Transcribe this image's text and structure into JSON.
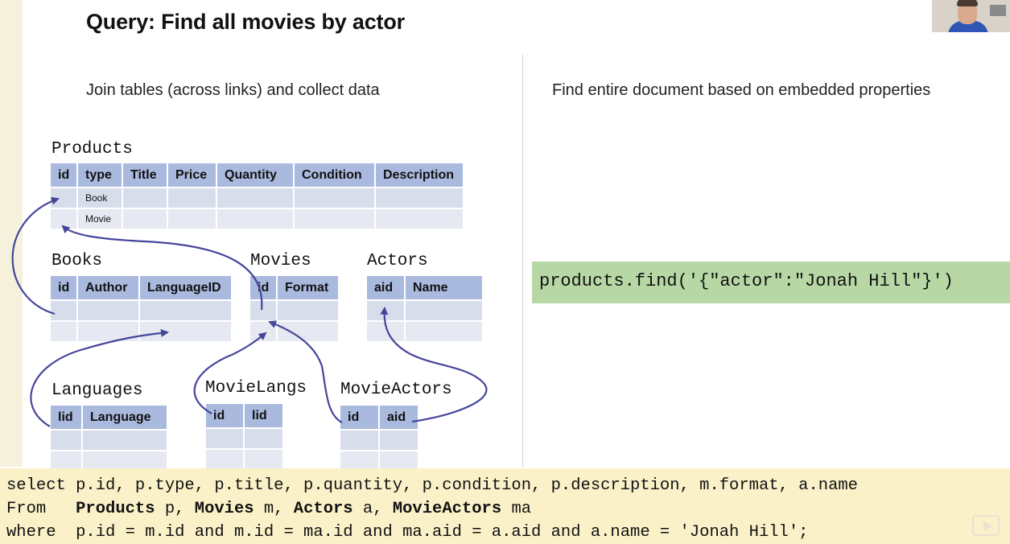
{
  "slide": {
    "title": "Query: Find all movies by actor",
    "left_subtitle": "Join tables (across links) and collect data",
    "right_subtitle": "Find entire document based on embedded properties"
  },
  "tables": {
    "products": {
      "name": "Products",
      "columns": [
        "id",
        "type",
        "Title",
        "Price",
        "Quantity",
        "Condition",
        "Description"
      ],
      "rows": [
        [
          "",
          "Book",
          "",
          "",
          "",
          "",
          ""
        ],
        [
          "",
          "Movie",
          "",
          "",
          "",
          "",
          ""
        ]
      ]
    },
    "books": {
      "name": "Books",
      "columns": [
        "id",
        "Author",
        "LanguageID"
      ]
    },
    "movies": {
      "name": "Movies",
      "columns": [
        "id",
        "Format"
      ]
    },
    "actors": {
      "name": "Actors",
      "columns": [
        "aid",
        "Name"
      ]
    },
    "languages": {
      "name": "Languages",
      "columns": [
        "lid",
        "Language"
      ]
    },
    "movielangs": {
      "name": "MovieLangs",
      "columns": [
        "id",
        "lid"
      ]
    },
    "movieactors": {
      "name": "MovieActors",
      "columns": [
        "id",
        "aid"
      ]
    }
  },
  "document_query": "products.find('{\"actor\":\"Jonah Hill\"}')",
  "sql": {
    "line1": "select p.id, p.type, p.title, p.quantity, p.condition, p.description, m.format, a.name",
    "from_kw": "From   ",
    "from_parts": [
      {
        "table": "Products",
        "alias": " p, "
      },
      {
        "table": "Movies",
        "alias": " m, "
      },
      {
        "table": "Actors",
        "alias": " a, "
      },
      {
        "table": "MovieActors",
        "alias": " ma"
      }
    ],
    "line3": "where  p.id = m.id and m.id = ma.id and ma.aid = a.aid and a.name = 'Jonah Hill';"
  },
  "colors": {
    "header_fill": "#aab9de",
    "row_fill": "#d7ddeb",
    "arrow": "#45469a",
    "code_fill": "#b7d8a5",
    "sql_fill": "#fbf1c9"
  },
  "icons": [
    "webcam-thumbnail",
    "play-icon"
  ]
}
